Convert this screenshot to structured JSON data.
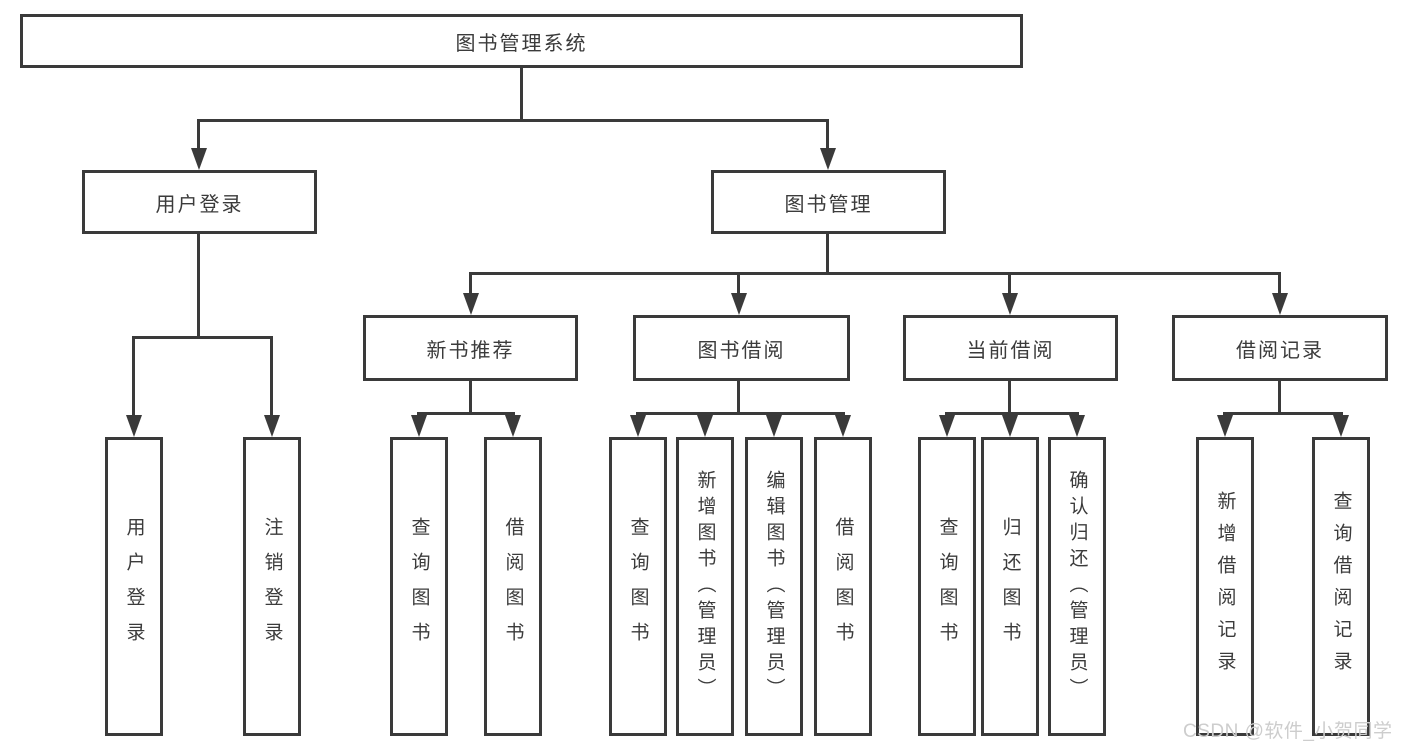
{
  "tree": {
    "root": {
      "label": "图书管理系统"
    },
    "branches": [
      {
        "label": "用户登录",
        "children": [
          {
            "label": "用户登录"
          },
          {
            "label": "注销登录"
          }
        ]
      },
      {
        "label": "图书管理",
        "children": [
          {
            "label": "新书推荐",
            "children": [
              {
                "label": "查询图书"
              },
              {
                "label": "借阅图书"
              }
            ]
          },
          {
            "label": "图书借阅",
            "children": [
              {
                "label": "查询图书"
              },
              {
                "label": "新增图书（管理员）"
              },
              {
                "label": "编辑图书（管理员）"
              },
              {
                "label": "借阅图书"
              }
            ]
          },
          {
            "label": "当前借阅",
            "children": [
              {
                "label": "查询图书"
              },
              {
                "label": "归还图书"
              },
              {
                "label": "确认归还（管理员）"
              }
            ]
          },
          {
            "label": "借阅记录",
            "children": [
              {
                "label": "新增借阅记录"
              },
              {
                "label": "查询借阅记录"
              }
            ]
          }
        ]
      }
    ]
  },
  "watermark": "CSDN @软件_小贺同学",
  "colors": {
    "line": "#3a3a3a",
    "text": "#3b3b3b",
    "background": "#ffffff",
    "watermark": "#cdcdcd"
  }
}
